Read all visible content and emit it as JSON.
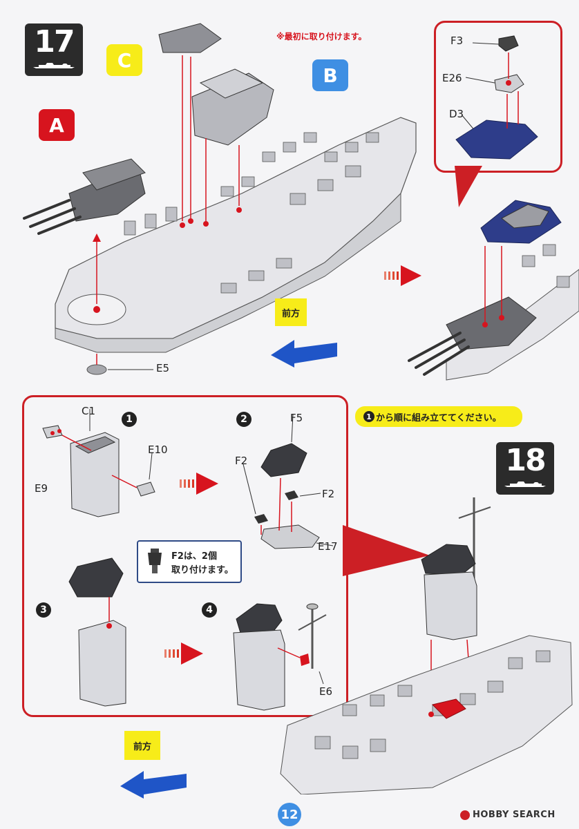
{
  "step17": {
    "number": "17",
    "label_a": "A",
    "label_b": "B",
    "label_c": "C",
    "note": "※最初に取り付けます。",
    "front_label": "前方",
    "parts": {
      "e5": "E5",
      "f3": "F3",
      "e26": "E26",
      "d3": "D3"
    }
  },
  "step18": {
    "number": "18",
    "order_note": "から順に組み立ててください。",
    "order_note_num": "1",
    "front_label": "前方",
    "substeps": [
      "1",
      "2",
      "3",
      "4"
    ],
    "parts": {
      "c1": "C1",
      "e9": "E9",
      "e10": "E10",
      "f5": "F5",
      "f2_left": "F2",
      "f2_right": "F2",
      "e17": "E17",
      "e6": "E6"
    },
    "callout_line1": "F2は、2個",
    "callout_line2": "取り付けます。"
  },
  "page_number": "12",
  "watermark": "HOBBY SEARCH",
  "colors": {
    "red": "#cc1f25",
    "blue": "#3f8fe3",
    "yellow": "#f7ec19",
    "navy": "#2e3d8a",
    "grey": "#cfd0d4"
  }
}
